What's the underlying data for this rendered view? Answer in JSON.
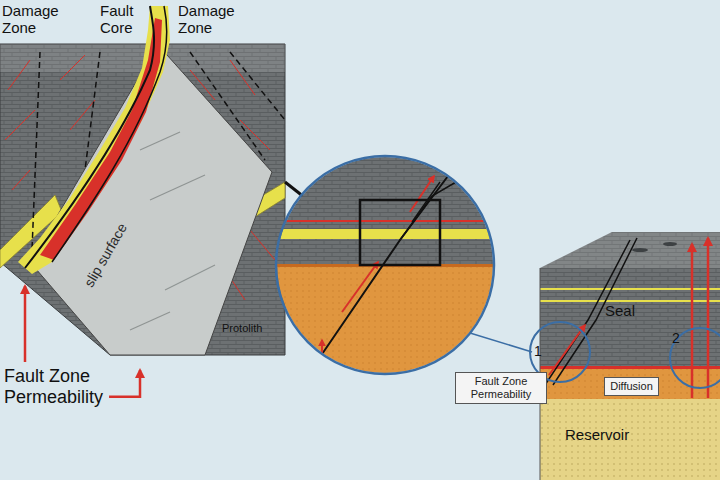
{
  "diagram": {
    "nodes": [
      {
        "text": [
          "Fault Zone Permeability"
        ]
      },
      {
        "text": [
          "Diffusion"
        ]
      }
    ],
    "labels": [
      "Damage Zone",
      "Fault Core",
      "Damage Zone",
      "slip surface",
      "Protolith",
      "Fault Zone Permeability",
      "Seal",
      "1",
      "2",
      "Reservoir"
    ]
  }
}
